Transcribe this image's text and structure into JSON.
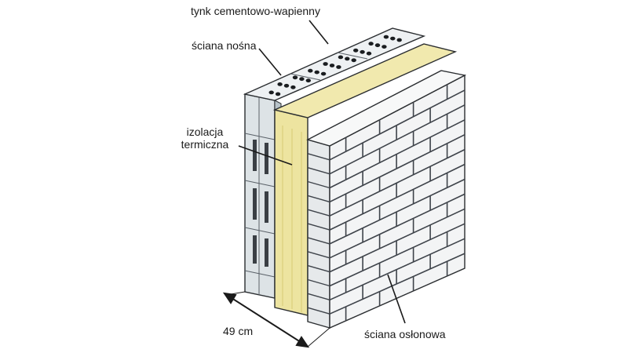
{
  "labels": {
    "plaster": "tynk cementowo-wapienny",
    "load_bearing_wall": "ściana nośna",
    "insulation_line1": "izolacja",
    "insulation_line2": "termiczna",
    "facing_wall": "ściana osłonowa",
    "dimension": "49 cm"
  },
  "colors": {
    "block": "#dde3e6",
    "block_top": "#eef1f3",
    "block_side": "#b8c3c9",
    "insulation": "#ede4a0",
    "insulation_dark": "#d8c970",
    "brick_face": "#f3f4f5",
    "brick_top": "#f7f8f8",
    "mortar": "#4a4f55",
    "holes": "#1a1d20",
    "outline": "#2a2d30"
  }
}
